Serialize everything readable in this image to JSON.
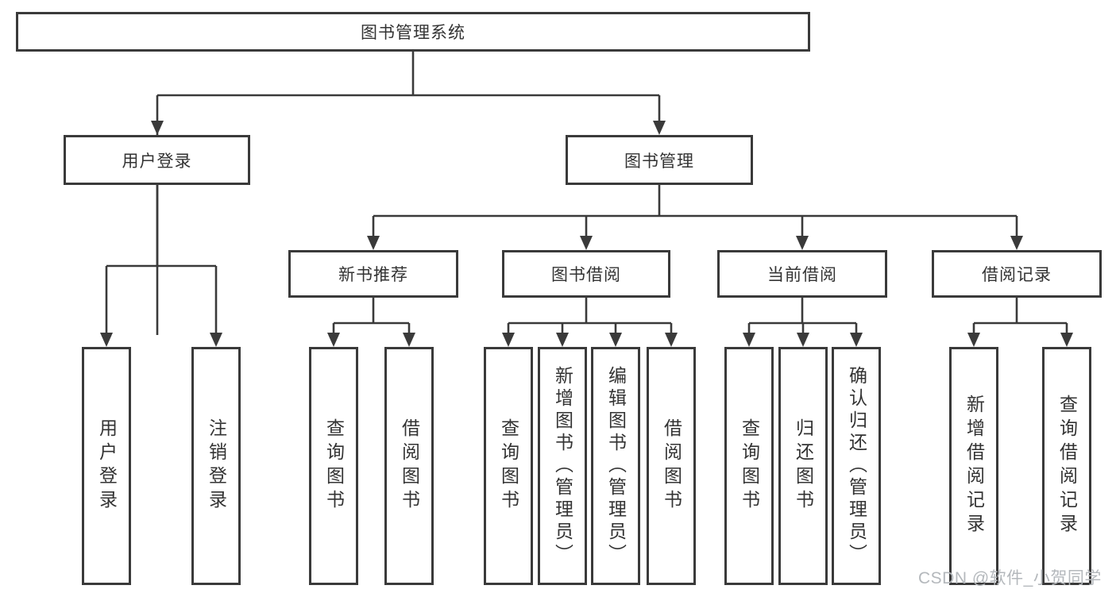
{
  "diagram": {
    "root": {
      "label": "图书管理系统"
    },
    "login_branch": {
      "label": "用户登录",
      "children": [
        {
          "label": "用户登录"
        },
        {
          "label": "注销登录"
        }
      ]
    },
    "mgmt_branch": {
      "label": "图书管理",
      "groups": [
        {
          "label": "新书推荐",
          "children": [
            {
              "label": "查询图书"
            },
            {
              "label": "借阅图书"
            }
          ]
        },
        {
          "label": "图书借阅",
          "children": [
            {
              "label": "查询图书"
            },
            {
              "label": "新增图书（管理员）"
            },
            {
              "label": "编辑图书（管理员）"
            },
            {
              "label": "借阅图书"
            }
          ]
        },
        {
          "label": "当前借阅",
          "children": [
            {
              "label": "查询图书"
            },
            {
              "label": "归还图书"
            },
            {
              "label": "确认归还（管理员）"
            }
          ]
        },
        {
          "label": "借阅记录",
          "children": [
            {
              "label": "新增借阅记录"
            },
            {
              "label": "查询借阅记录"
            }
          ]
        }
      ]
    }
  },
  "watermark": {
    "text": "CSDN @软件_小贺同学"
  },
  "colors": {
    "line": "#3a3a3a",
    "text": "#333333",
    "watermark": "#b4b8bc",
    "box_fill": "#ffffff"
  }
}
